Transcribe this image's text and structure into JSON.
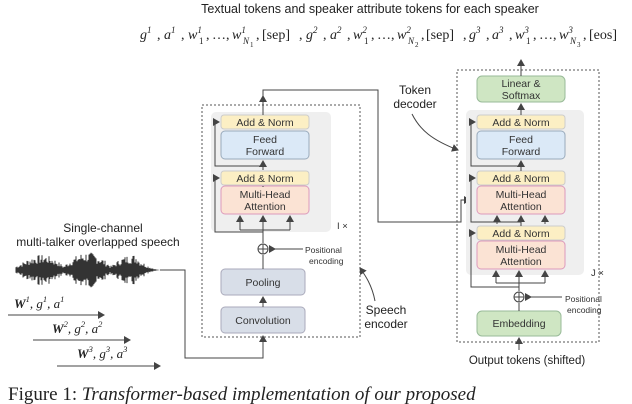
{
  "header": {
    "title": "Textual tokens and speaker attribute tokens for each speaker",
    "tokens": {
      "g1": "g",
      "s1": "1",
      "a1": "a",
      "a1s": "1",
      "w11": "w",
      "w11s": "1",
      "w11b": "1",
      "dots1": "…",
      "wN1": "w",
      "wN1s": "1",
      "wN1b": "N",
      "wN1bb": "1",
      "sep1": "[sep]",
      "g2": "g",
      "s2": "2",
      "a2": "a",
      "a2s": "2",
      "w12": "w",
      "w12s": "2",
      "w12b": "1",
      "dots2": "…",
      "wN2": "w",
      "wN2s": "2",
      "wN2b": "N",
      "wN2bb": "2",
      "sep2": "[sep]",
      "g3": "g",
      "s3": "3",
      "a3": "a",
      "a3s": "3",
      "w13": "w",
      "w13s": "3",
      "w13b": "1",
      "dots3": "…",
      "wN3": "w",
      "wN3s": "3",
      "wN3b": "N",
      "wN3bb": "3",
      "eos": "[eos]"
    }
  },
  "input": {
    "label_line1": "Single-channel",
    "label_line2": "multi-talker overlapped speech",
    "speakers": [
      {
        "W": "W",
        "sup": "1",
        "g": "g",
        "gsup": "1",
        "a": "a",
        "asup": "1"
      },
      {
        "W": "W",
        "sup": "2",
        "g": "g",
        "gsup": "2",
        "a": "a",
        "asup": "2"
      },
      {
        "W": "W",
        "sup": "3",
        "g": "g",
        "gsup": "3",
        "a": "a",
        "asup": "3"
      }
    ]
  },
  "encoder": {
    "blocks": {
      "add_norm_top": "Add & Norm",
      "feed_forward_1": "Feed",
      "feed_forward_2": "Forward",
      "add_norm_mid": "Add & Norm",
      "mha_1": "Multi-Head",
      "mha_2": "Attention",
      "pooling": "Pooling",
      "convolution": "Convolution"
    },
    "repeat": "I ×",
    "pos_enc_1": "Positional",
    "pos_enc_2": "encoding",
    "label_1": "Speech",
    "label_2": "encoder"
  },
  "decoder": {
    "blocks": {
      "linear_1": "Linear &",
      "linear_2": "Softmax",
      "add_norm_1": "Add & Norm",
      "feed_forward_1": "Feed",
      "feed_forward_2": "Forward",
      "add_norm_2": "Add & Norm",
      "mha_cross_1": "Multi-Head",
      "mha_cross_2": "Attention",
      "add_norm_3": "Add & Norm",
      "mha_self_1": "Multi-Head",
      "mha_self_2": "Attention",
      "embedding": "Embedding"
    },
    "repeat": "J ×",
    "pos_enc_1": "Positional",
    "pos_enc_2": "encoding",
    "label_1": "Token",
    "label_2": "decoder",
    "output_tokens": "Output tokens (shifted)"
  },
  "caption": {
    "prefix": "Figure 1: ",
    "text": "Transformer-based implementation of our proposed"
  },
  "colors": {
    "add_norm": "#fcefc4",
    "feed_forward": "#dbe9f7",
    "attention": "#fbe3d4",
    "gray_block": "#d8dee8",
    "green_block": "#cfe6c3",
    "panel": "#efefef",
    "line": "#444444"
  }
}
